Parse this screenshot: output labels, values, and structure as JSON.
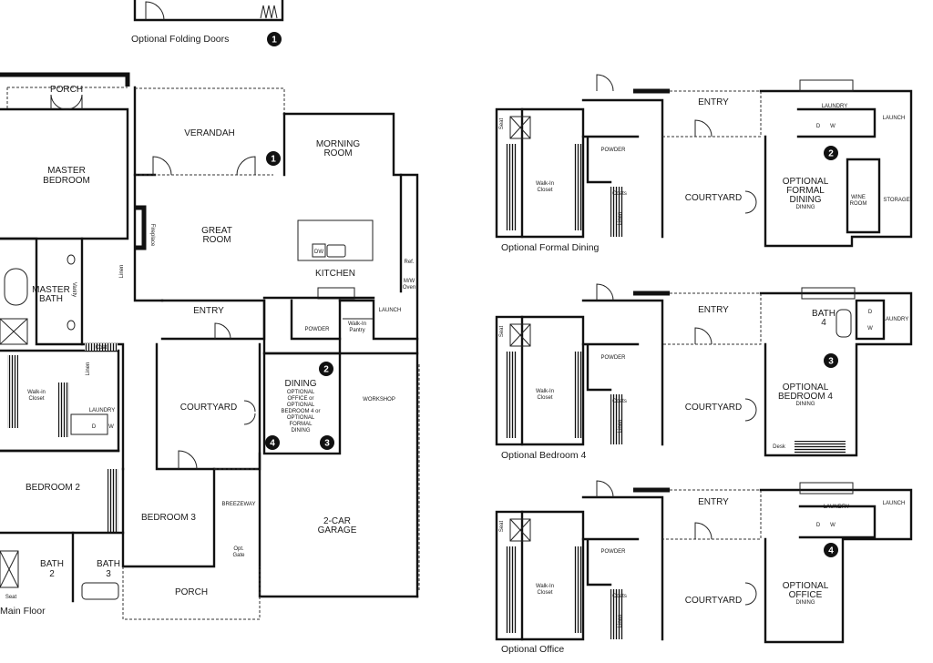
{
  "captions": {
    "folding_doors": "Optional Folding Doors",
    "main_floor": "Main Floor",
    "formal_dining": "Optional Formal Dining",
    "bedroom4": "Optional Bedroom 4",
    "office": "Optional Office"
  },
  "badges": {
    "b1": "1",
    "b2": "2",
    "b3": "3",
    "b4": "4"
  },
  "main": {
    "porch_top": "PORCH",
    "verandah": "VERANDAH",
    "morning1": "MORNING",
    "morning2": "ROOM",
    "master1": "MASTER",
    "master2": "BEDROOM",
    "great1": "GREAT",
    "great2": "ROOM",
    "fireplace": "Fireplace",
    "kitchen": "KITCHEN",
    "dw": "DW",
    "ref": "Ref.",
    "mw1": "M/W",
    "mw2": "Oven",
    "linen": "Linen",
    "mbath1": "MASTER",
    "mbath2": "BATH",
    "vanity": "Vanity",
    "entry": "ENTRY",
    "powder": "POWDER",
    "walkin_pantry1": "Walk-In",
    "walkin_pantry2": "Pantry",
    "launch": "LAUNCH",
    "coat": "Coat",
    "linen2": "Linen",
    "walkin1": "Walk-in",
    "walkin2": "Closet",
    "laundry": "LAUNDRY",
    "d": "D",
    "w": "W",
    "courtyard": "COURTYARD",
    "dining": [
      "DINING",
      "OPTIONAL",
      "OFFICE or",
      "OPTIONAL",
      "BEDROOM 4 or",
      "OPTIONAL",
      "FORMAL",
      "DINING"
    ],
    "workshop": "WORKSHOP",
    "bedroom2": "BEDROOM 2",
    "bedroom3": "BEDROOM 3",
    "breezeway": "BREEZEWAY",
    "gate1": "Opt.",
    "gate2": "Gate",
    "garage1": "2-CAR",
    "garage2": "GARAGE",
    "bath2a": "BATH",
    "bath2b": "2",
    "bath3a": "BATH",
    "bath3b": "3",
    "seat": "Seat",
    "porch_bottom": "PORCH"
  },
  "opt_dining": {
    "entry": "ENTRY",
    "laundry": "LAUNDRY",
    "launch": "LAUNCH",
    "powder": "POWDER",
    "walkin1": "Walk-In",
    "walkin2": "Closet",
    "coats": "Coats",
    "linen": "Linen",
    "seat": "Seat",
    "courtyard": "COURTYARD",
    "title": [
      "OPTIONAL",
      "FORMAL",
      "DINING"
    ],
    "sub": "DINING",
    "wine1": "WINE",
    "wine2": "ROOM",
    "storage": "STORAGE",
    "d": "D",
    "w": "W"
  },
  "opt_bed4": {
    "entry": "ENTRY",
    "bath1": "BATH",
    "bath2": "4",
    "laundry": "LAUNDRY",
    "powder": "POWDER",
    "walkin1": "Walk-In",
    "walkin2": "Closet",
    "coats": "Coats",
    "linen": "Linen",
    "seat": "Seat",
    "courtyard": "COURTYARD",
    "title": [
      "OPTIONAL",
      "BEDROOM 4"
    ],
    "sub": "DINING",
    "desk": "Desk",
    "d": "D",
    "w": "W"
  },
  "opt_office": {
    "entry": "ENTRY",
    "laundry": "LAUNDRY",
    "launch": "LAUNCH",
    "powder": "POWDER",
    "walkin1": "Walk-In",
    "walkin2": "Closet",
    "coats": "Coats",
    "linen": "Linen",
    "seat": "Seat",
    "courtyard": "COURTYARD",
    "title": [
      "OPTIONAL",
      "OFFICE"
    ],
    "sub": "DINING",
    "d": "D",
    "w": "W"
  }
}
